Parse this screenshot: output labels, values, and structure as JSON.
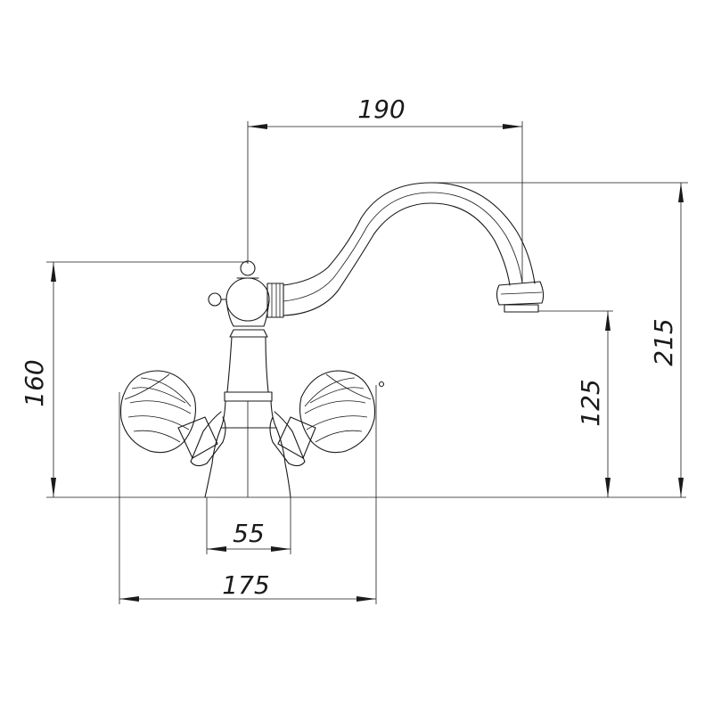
{
  "dimensions": {
    "spout_reach": "190",
    "total_height": "215",
    "outlet_height": "125",
    "body_height": "160",
    "centers": "55",
    "overall_width": "175"
  },
  "colors": {
    "line": "#1a1a1a",
    "background": "#ffffff"
  }
}
